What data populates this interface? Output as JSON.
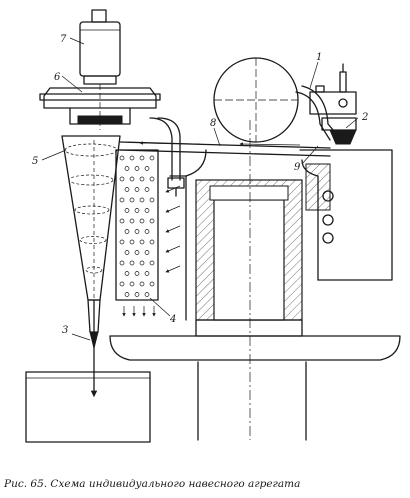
{
  "caption": "Рис. 65. Схема индивидуального навесного агрегата",
  "callouts": [
    "1",
    "2",
    "3",
    "4",
    "5",
    "6",
    "7",
    "8",
    "9"
  ]
}
